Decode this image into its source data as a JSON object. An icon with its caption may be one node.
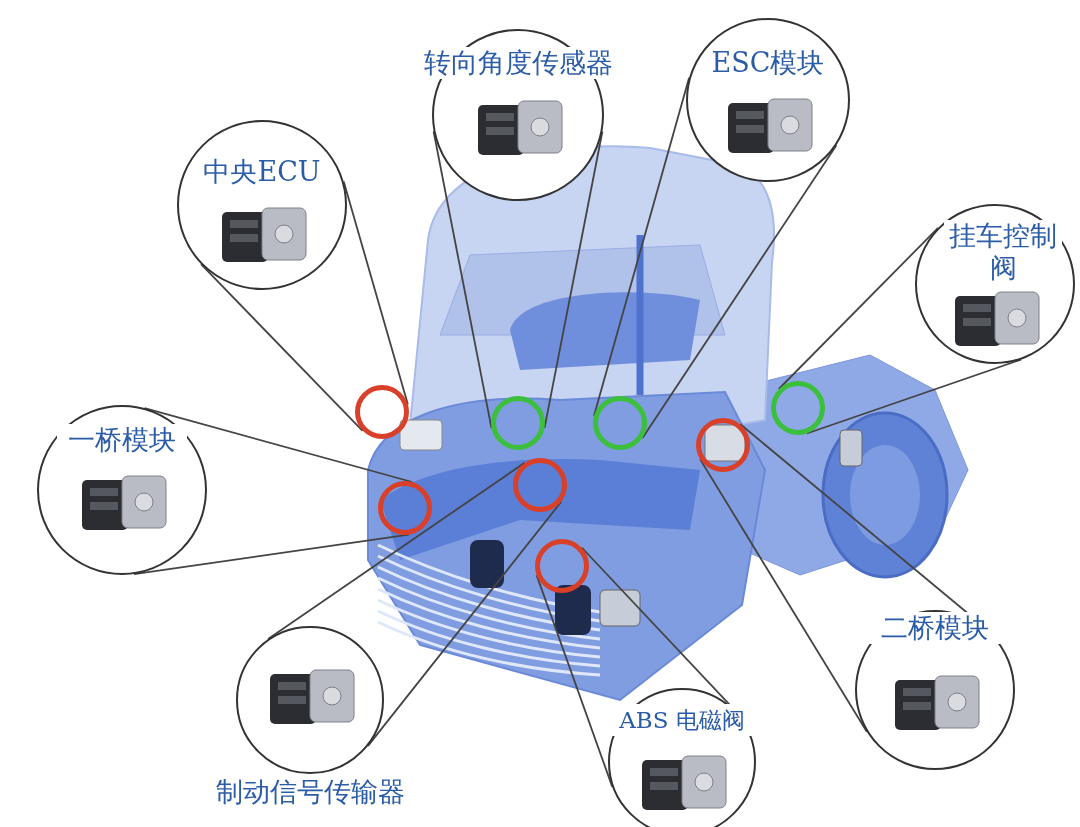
{
  "diagram": {
    "nodes": [
      {
        "text": [
          "中央ECU"
        ]
      },
      {
        "text": [
          "转向角度传感器"
        ]
      },
      {
        "text": [
          "ESC模块"
        ]
      },
      {
        "text": [
          "挂车控制阀"
        ]
      },
      {
        "text": [
          "二桥模块"
        ]
      },
      {
        "text": [
          "ABS 电磁阀"
        ]
      },
      {
        "text": [
          "制动信号传输器"
        ]
      },
      {
        "text": [
          "一桥模块"
        ]
      },
      {
        "text": [],
        "shape": "circle"
      },
      {
        "text": [],
        "shape": "circle"
      },
      {
        "text": [],
        "shape": "circle"
      },
      {
        "text": [],
        "shape": "circle"
      },
      {
        "text": [],
        "shape": "circle"
      },
      {
        "text": [],
        "shape": "circle"
      },
      {
        "text": [],
        "shape": "circle"
      },
      {
        "text": [],
        "shape": "circle"
      }
    ],
    "edges": [
      {
        "from": 0,
        "to": 8,
        "arrow": "none"
      },
      {
        "from": 0,
        "to": 8,
        "arrow": "none"
      },
      {
        "from": 1,
        "to": 9,
        "arrow": "none"
      },
      {
        "from": 1,
        "to": 9,
        "arrow": "none"
      },
      {
        "from": 2,
        "to": 10,
        "arrow": "none"
      },
      {
        "from": 2,
        "to": 10,
        "arrow": "none"
      },
      {
        "from": 3,
        "to": 11,
        "arrow": "none"
      },
      {
        "from": 3,
        "to": 11,
        "arrow": "none"
      },
      {
        "from": 4,
        "to": 12,
        "arrow": "none"
      },
      {
        "from": 4,
        "to": 12,
        "arrow": "none"
      },
      {
        "from": 5,
        "to": 15,
        "arrow": "none"
      },
      {
        "from": 5,
        "to": 15,
        "arrow": "none"
      },
      {
        "from": 6,
        "to": 14,
        "arrow": "none"
      },
      {
        "from": 6,
        "to": 14,
        "arrow": "none"
      },
      {
        "from": 7,
        "to": 13,
        "arrow": "none"
      },
      {
        "from": 7,
        "to": 13,
        "arrow": "none"
      }
    ]
  }
}
